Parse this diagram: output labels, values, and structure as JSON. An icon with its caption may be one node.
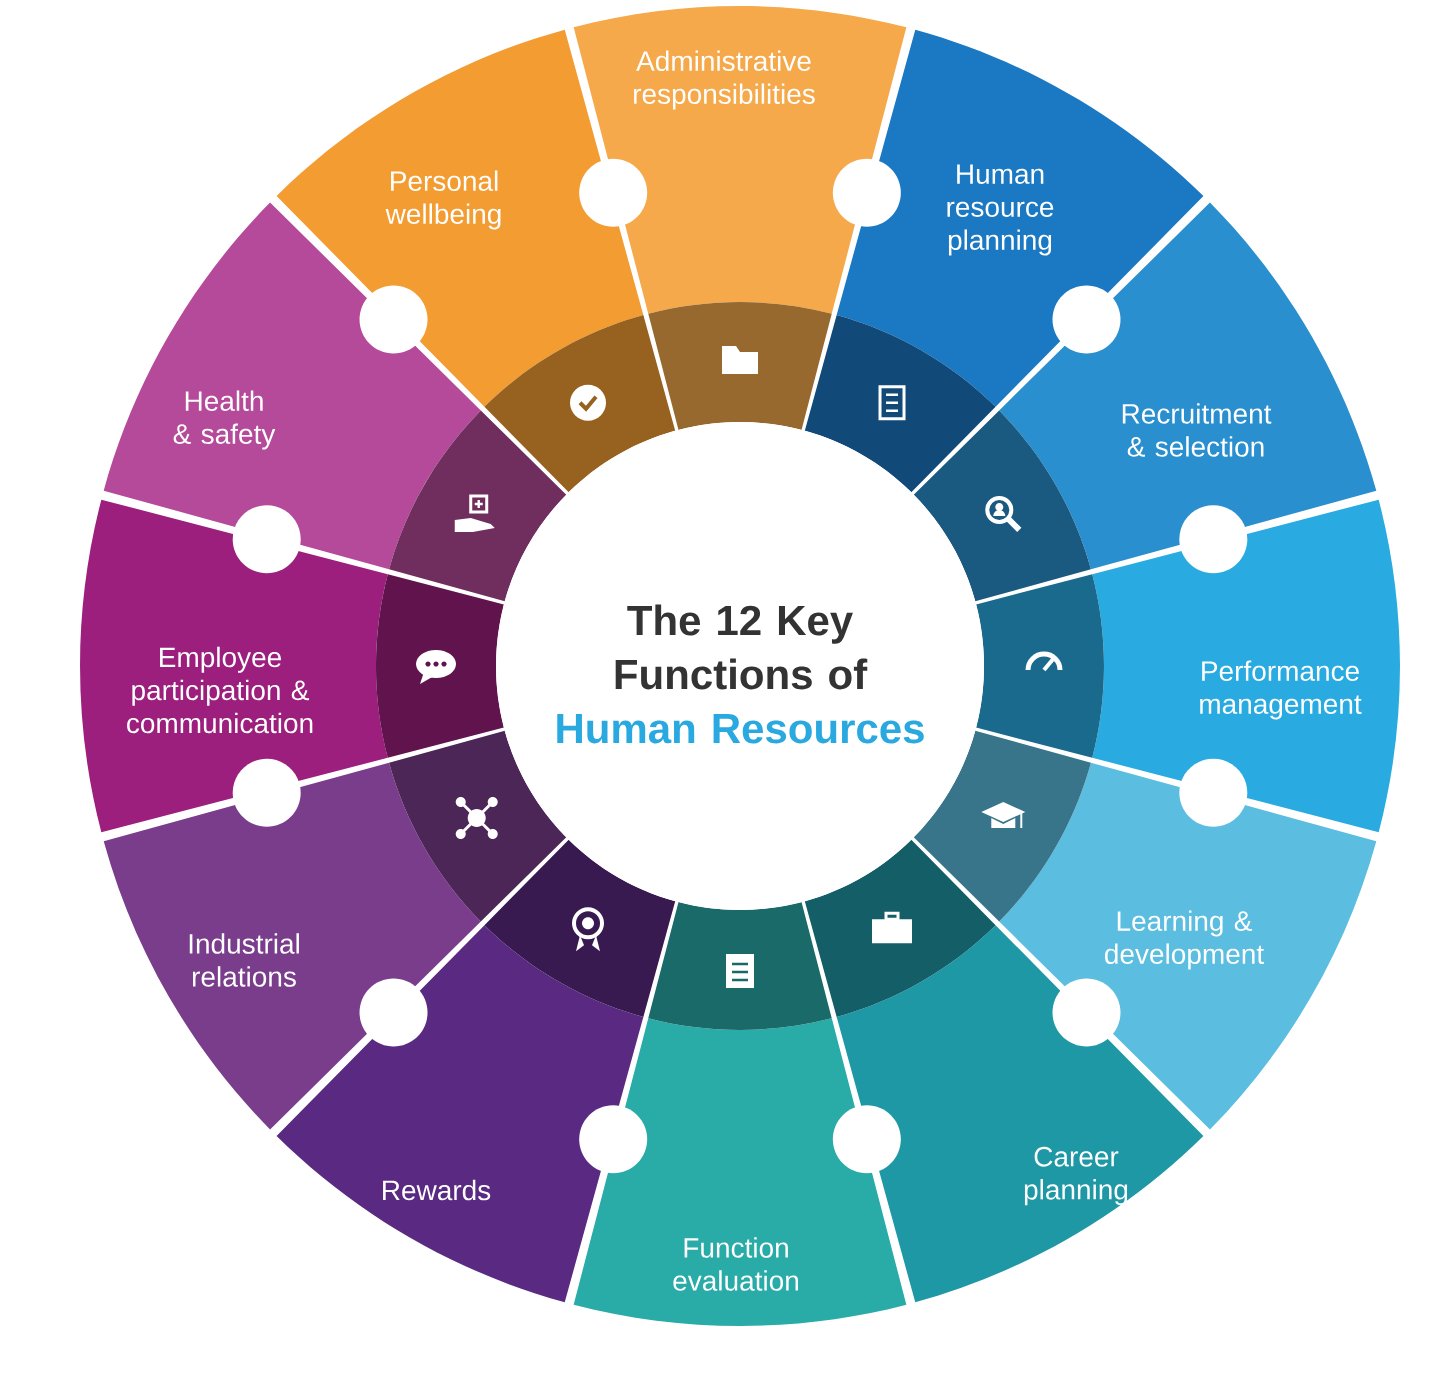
{
  "diagram": {
    "nodes": [
      {
        "text": [
          "The 12 Key Functions of",
          "Human Resources"
        ]
      },
      {
        "text": [
          "Administrative responsibilities"
        ]
      },
      {
        "text": [
          "Human resource planning"
        ]
      },
      {
        "text": [
          "Recruitment & selection"
        ]
      },
      {
        "text": [
          "Performance management"
        ]
      },
      {
        "text": [
          "Learning & development"
        ]
      },
      {
        "text": [
          "Career planning"
        ]
      },
      {
        "text": [
          "Function evaluation"
        ]
      },
      {
        "text": [
          "Rewards"
        ]
      },
      {
        "text": [
          "Industrial relations"
        ]
      },
      {
        "text": [
          "Employee participation & communication"
        ]
      },
      {
        "text": [
          "Health & safety"
        ]
      },
      {
        "text": [
          "Personal wellbeing"
        ]
      }
    ]
  }
}
